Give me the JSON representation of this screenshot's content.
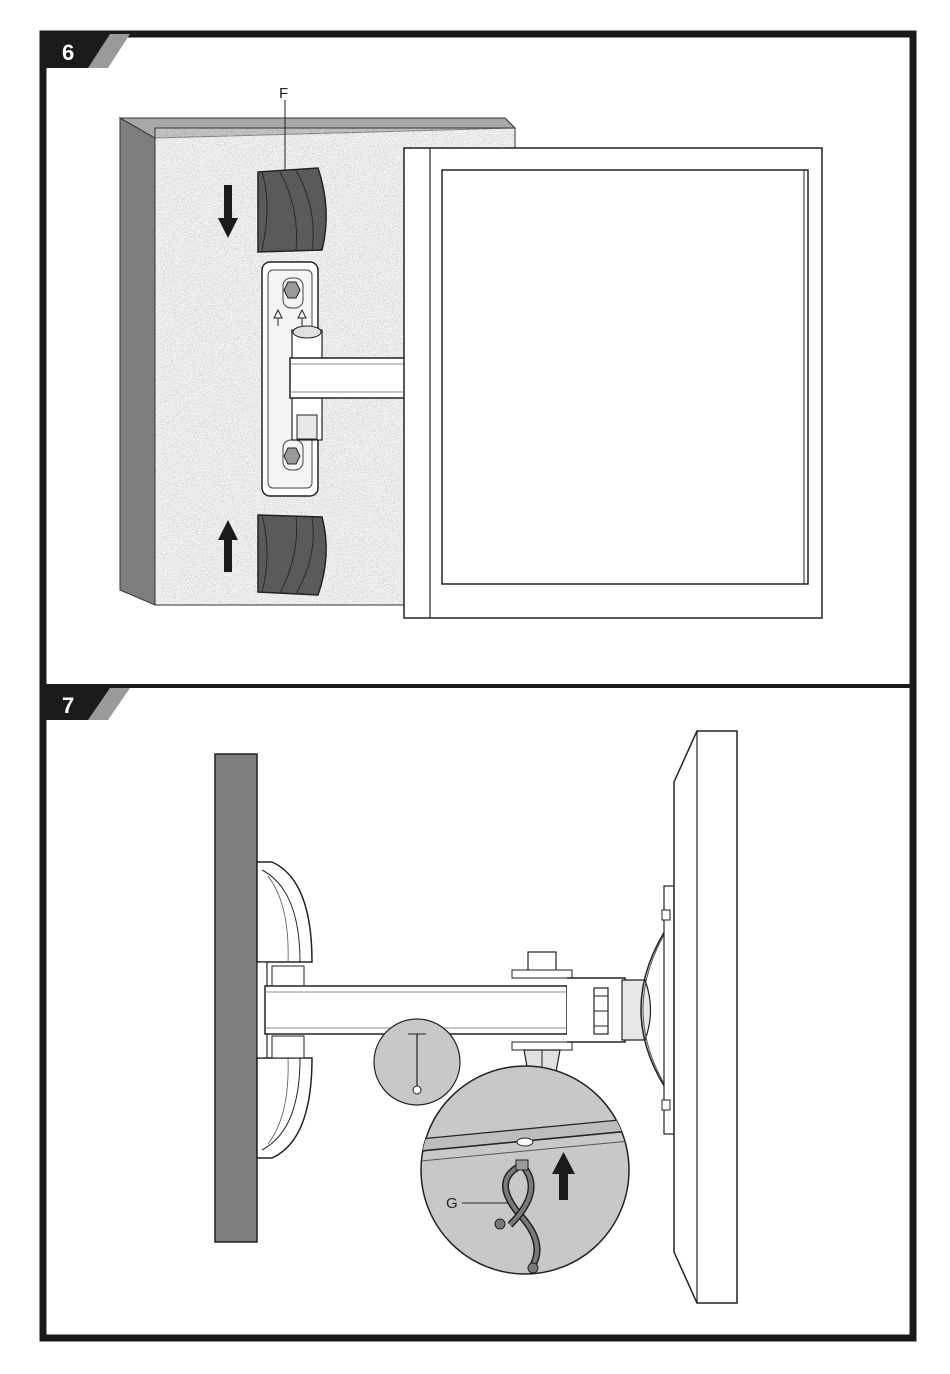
{
  "steps": [
    {
      "number": "6",
      "callout": "F"
    },
    {
      "number": "7",
      "callout": "G"
    }
  ],
  "colors": {
    "frame": "#1a1a1a",
    "wall_texture": "#9a9a9a",
    "wall_side": "#7d7d7d",
    "pad": "#5a5a5a",
    "step_tab_stripe": "#9a9a9a",
    "zoom_circle": "#c8c8c8",
    "hook": "#7a7a7a"
  }
}
